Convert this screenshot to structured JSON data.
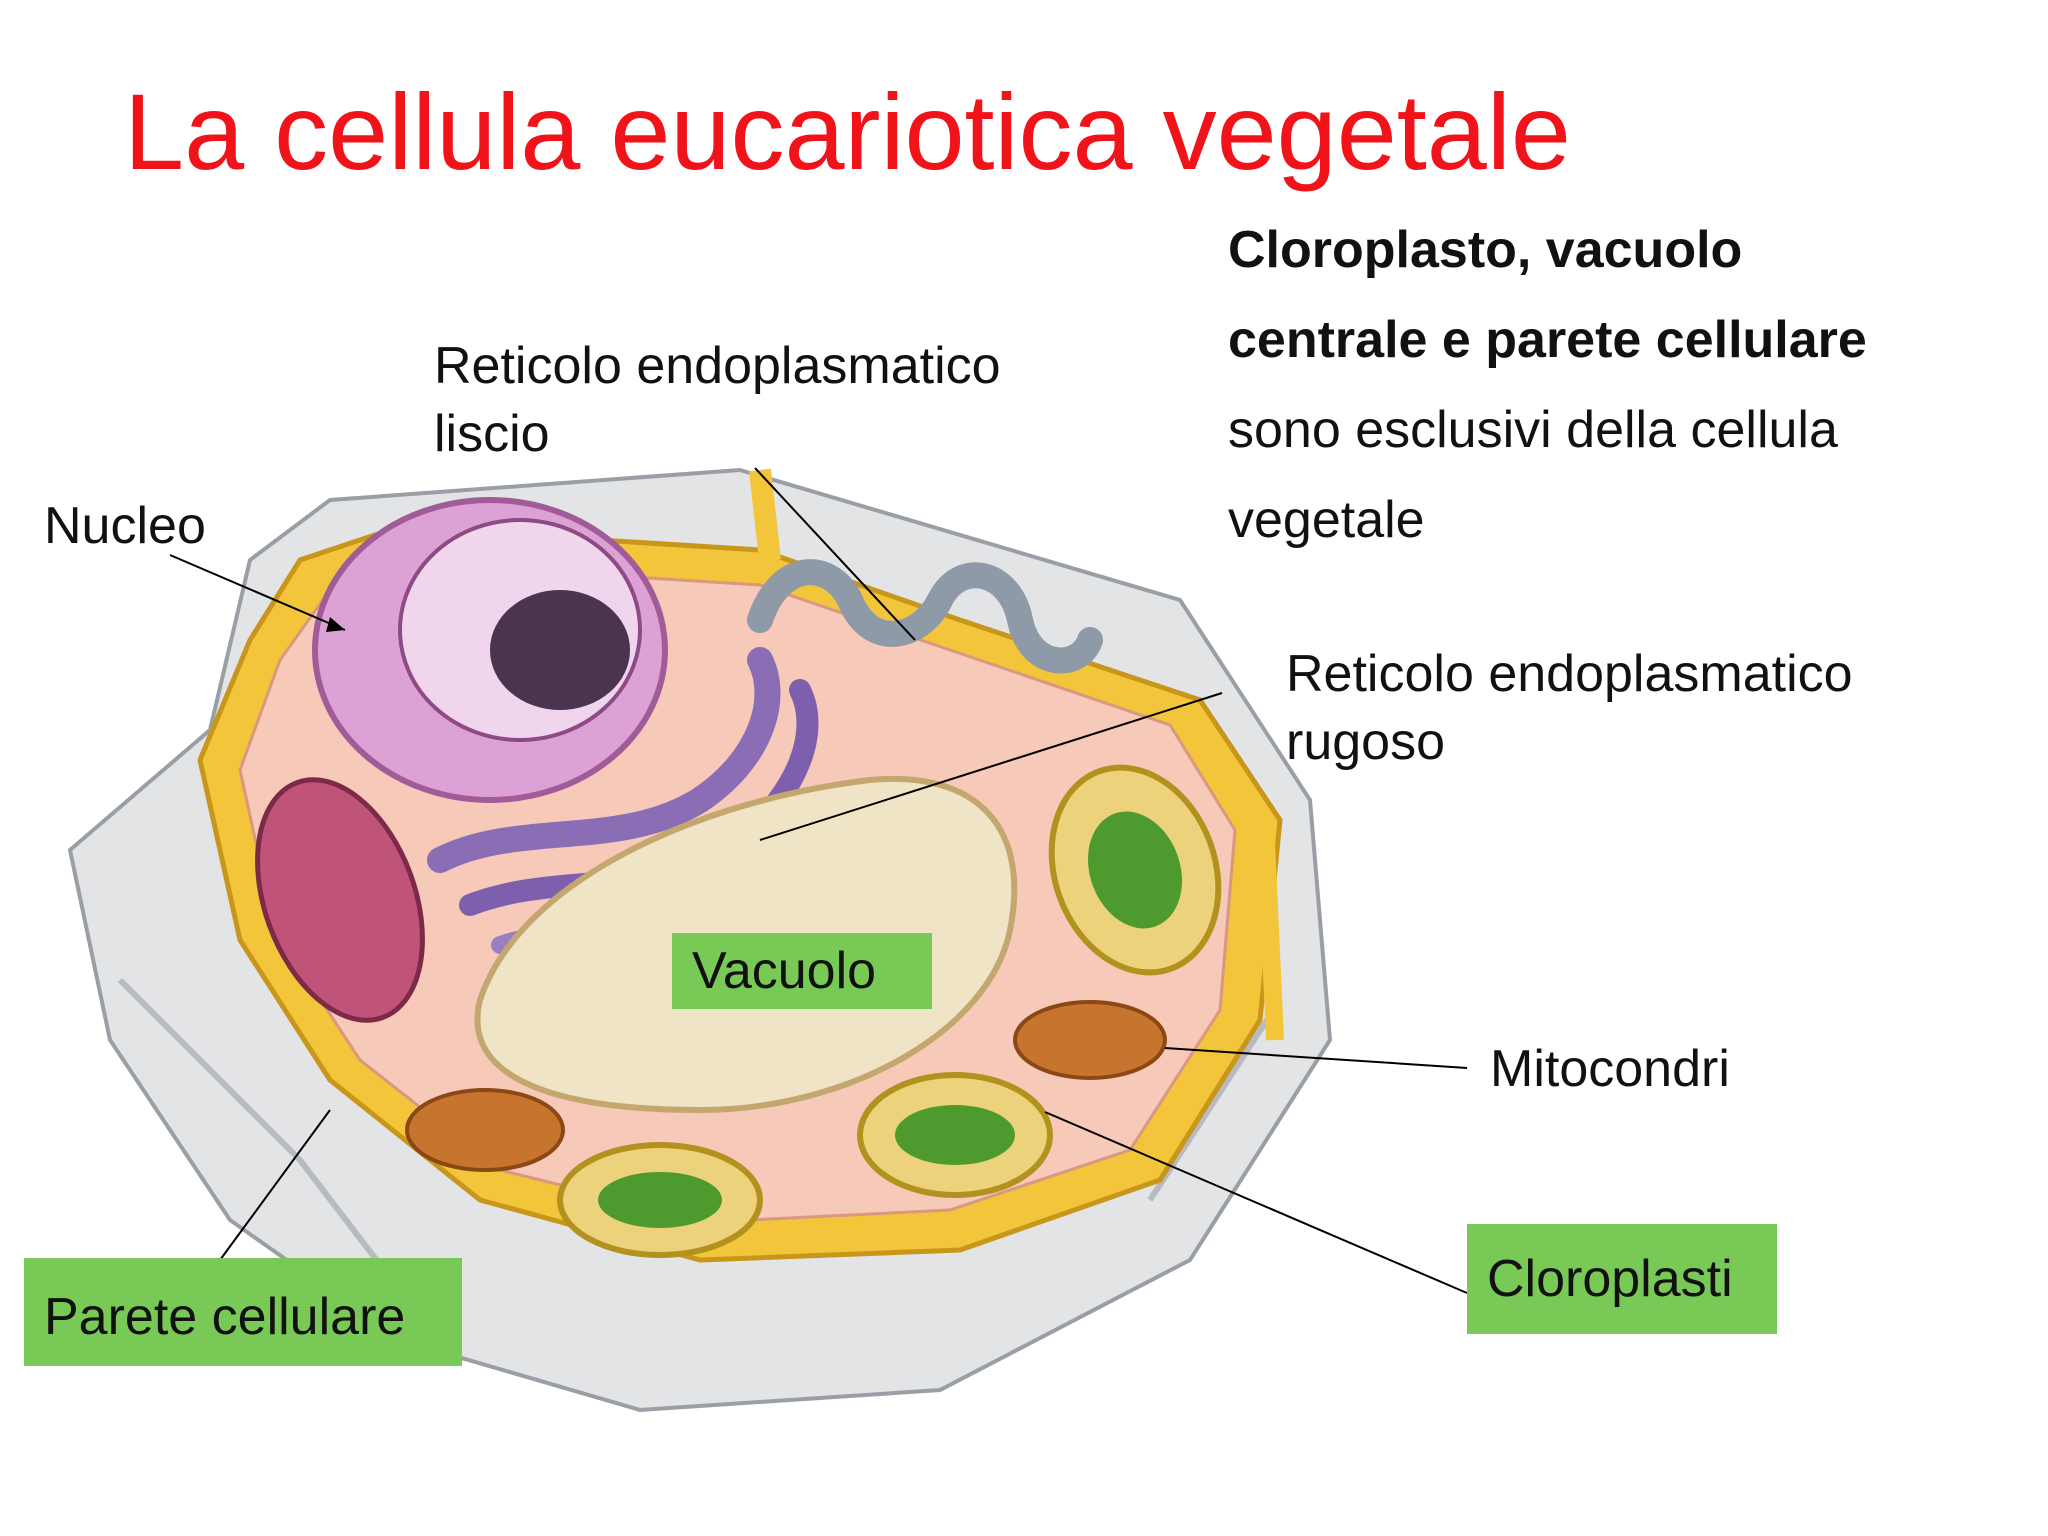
{
  "title": "La cellula eucariotica vegetale",
  "note": {
    "bold_line1": "Cloroplasto, vacuolo",
    "bold_line2": "centrale e parete cellulare",
    "line3": "sono esclusivi della cellula",
    "line4": "vegetale"
  },
  "labels": {
    "rel_line1": "Reticolo endoplasmatico",
    "rel_line2": "liscio",
    "nucleo": "Nucleo",
    "rer_line1": "Reticolo endoplasmatico",
    "rer_line2": "rugoso",
    "vacuolo": "Vacuolo",
    "mitocondri": "Mitocondri",
    "cloroplasti": "Cloroplasti",
    "parete": "Parete cellulare"
  },
  "colors": {
    "title": "#f0141a",
    "label_box": "#79c956",
    "cell_wall": "#f2c53a",
    "cytoplasm": "#f6c9b9",
    "nucleus": "#dca2d6",
    "vacuole": "#f0e4c6",
    "er": "#8a6db5",
    "chloroplast": "#4f9a2f",
    "mitochondrion": "#c7742e"
  }
}
